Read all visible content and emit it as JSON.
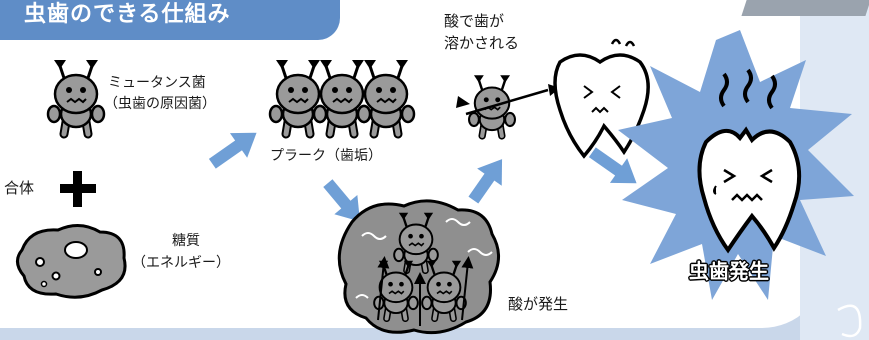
{
  "title": "虫歯のできる仕組み",
  "labels": {
    "mutans_name": "ミュータンス菌",
    "mutans_sub": "（虫歯の原因菌）",
    "combine": "合体",
    "sugar_name": "糖質",
    "sugar_sub": "（エネルギー）",
    "plaque": "プラーク（歯垢）",
    "acid_melts_1": "酸で歯が",
    "acid_melts_2": "溶かされる",
    "acid_generated": "酸が発生",
    "caries_occurs": "虫歯発生"
  },
  "colors": {
    "title_bg": "#5f8dc7",
    "arrow": "#6f9fd6",
    "burst": "#7ea5d8",
    "bacteria": "#9a9a9a",
    "background": "#c9d7ea"
  },
  "icons": [
    "mutans-bacteria-icon",
    "plus-icon",
    "sugar-rock-icon",
    "plaque-bacteria-icon",
    "acid-cloud-icon",
    "devil-bacteria-icon",
    "scared-tooth-icon",
    "decayed-tooth-icon"
  ]
}
